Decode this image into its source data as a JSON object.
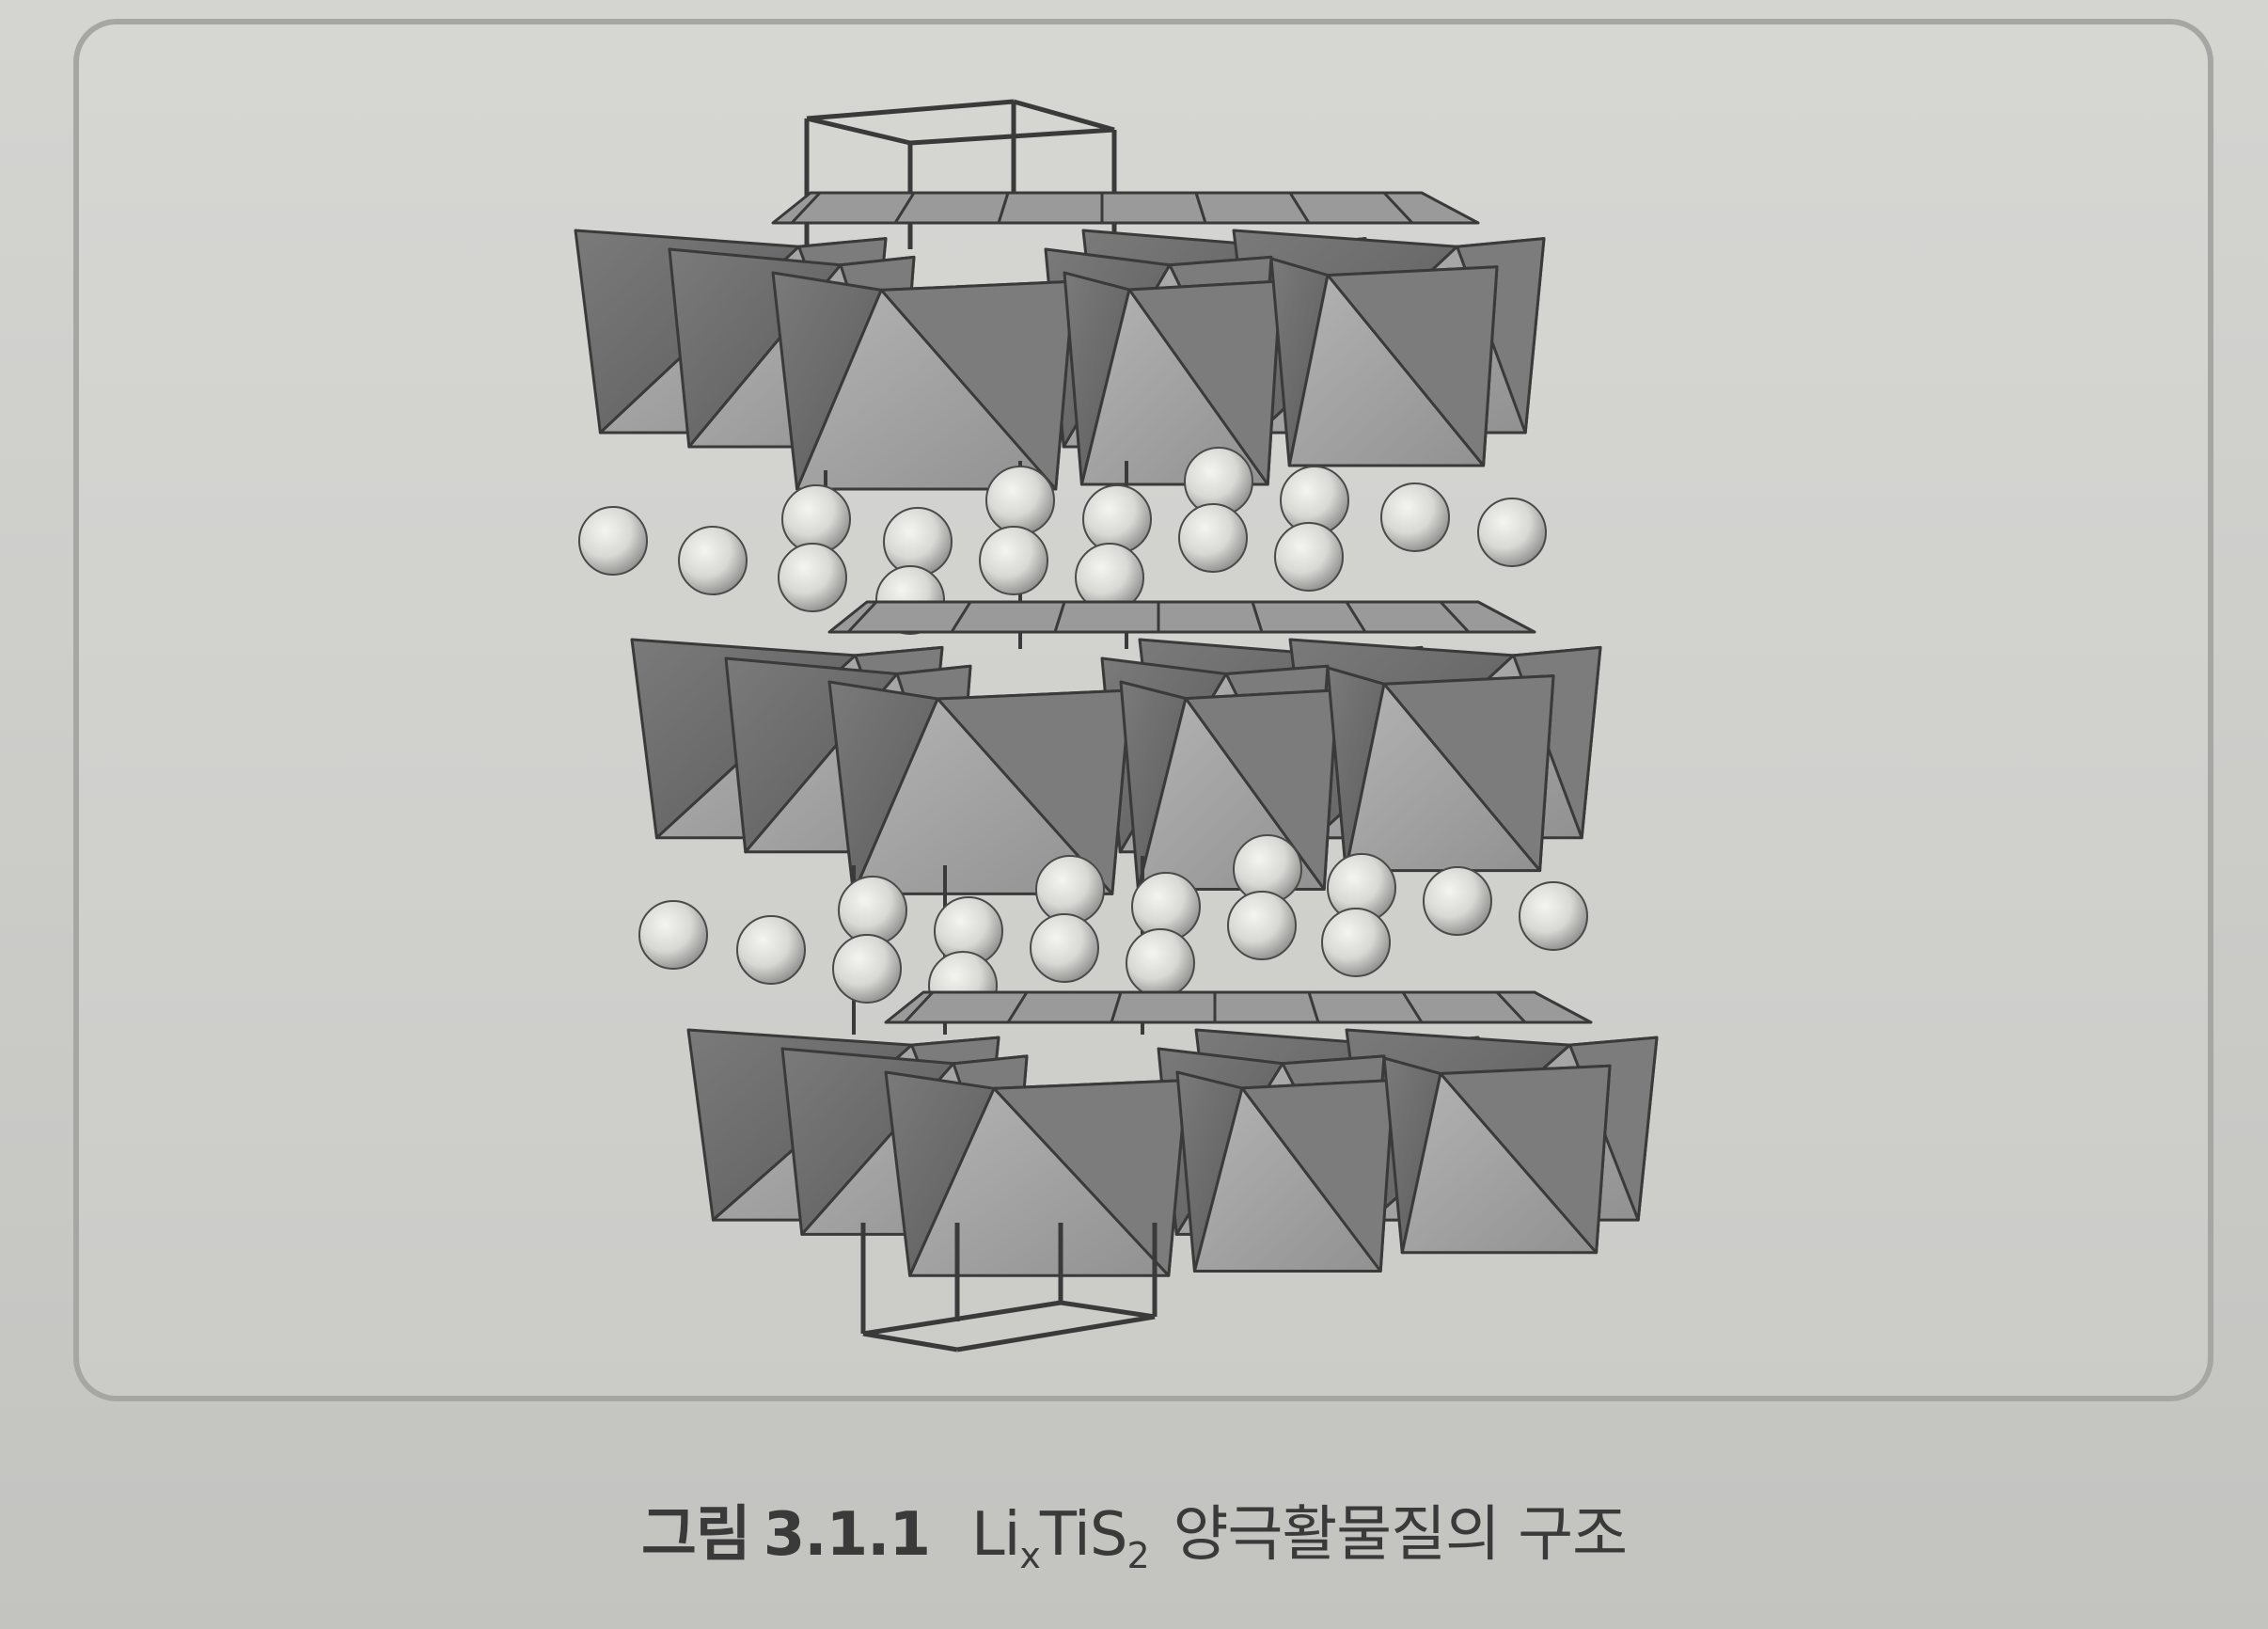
{
  "figure": {
    "description_label": "그림",
    "number": "3.1.1",
    "formula": {
      "base1": "Li",
      "sub1": "x",
      "base2": "TiS",
      "sub2": "2"
    },
    "caption_text": "양극활물질의 구조"
  },
  "colors": {
    "background": "#cdcdca",
    "frame_border": "#a6a6a4",
    "octahedron_dark": "#6e6e6e",
    "octahedron_mid": "#8a8a8a",
    "octahedron_light": "#a9a9a9",
    "edge": "#3a3a3a",
    "li_sphere": "#e6e6e3",
    "caption_text": "#3a3a3a"
  },
  "icons": {
    "octahedron": "TiS6-octahedron",
    "sphere": "li-ion-sphere"
  }
}
